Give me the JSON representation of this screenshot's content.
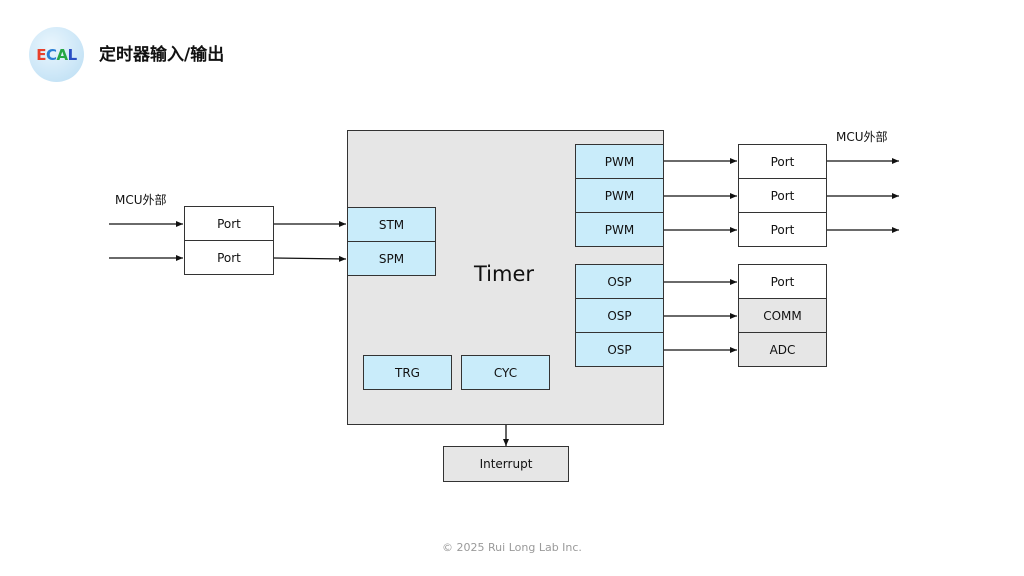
{
  "header": {
    "logo_letters": [
      "E",
      "C",
      "A",
      "L"
    ],
    "title": "定时器输入/输出"
  },
  "diagram": {
    "external_label_left": "MCU外部",
    "external_label_right": "MCU外部",
    "input_ports": [
      "Port",
      "Port"
    ],
    "timer_label": "Timer",
    "timer_inputs": [
      "STM",
      "SPM"
    ],
    "timer_internal": [
      "TRG",
      "CYC"
    ],
    "pwm_outputs": [
      "PWM",
      "PWM",
      "PWM"
    ],
    "osp_outputs": [
      "OSP",
      "OSP",
      "OSP"
    ],
    "pwm_ports": [
      "Port",
      "Port",
      "Port"
    ],
    "osp_targets": [
      "Port",
      "COMM",
      "ADC"
    ],
    "interrupt": "Interrupt"
  },
  "colors": {
    "internal_block": "#c9ecfa",
    "timer_background": "#e6e6e6",
    "peripheral_block": "#e6e6e6"
  },
  "footer": {
    "copyright": "© 2025 Rui Long Lab Inc."
  }
}
